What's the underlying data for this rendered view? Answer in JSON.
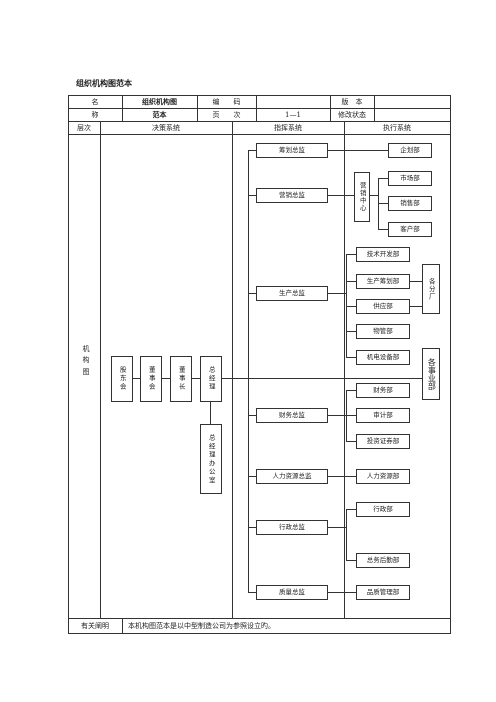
{
  "doc_title": "组织机构图范本",
  "header": {
    "name_label_1": "名",
    "name_label_2": "称",
    "name_value_1": "组织机构图",
    "name_value_2": "范本",
    "code_label": "编　　码",
    "page_label": "页　　次",
    "page_value": "1—1",
    "version_label": "版　本",
    "status_label": "修改状态"
  },
  "sections": {
    "level": "层次",
    "decision": "决策系统",
    "command": "指挥系统",
    "execution": "执行系统",
    "chart_label": "机构图"
  },
  "decision": {
    "shareholders": "股东会",
    "board": "董事会",
    "chairman": "董事长",
    "gm": "总经理",
    "gm_office": "总经理办公室"
  },
  "command": {
    "planning": "筹划总监",
    "marketing": "营销总监",
    "production": "生产总监",
    "finance": "财务总监",
    "hr": "人力资源总监",
    "admin": "行政总监",
    "quality": "质量总监"
  },
  "marketing_center": "营销中心",
  "departments": {
    "planning_dept": "企划部",
    "market_dept": "市场部",
    "sales_dept": "销售部",
    "customer_dept": "客户部",
    "tech_dept": "技术开发部",
    "prod_plan_dept": "生产筹划部",
    "supply_dept": "供应部",
    "material_dept": "物管部",
    "mech_dept": "机电设备部",
    "finance_dept": "财务部",
    "audit_dept": "审计部",
    "invest_dept": "投资证券部",
    "hr_dept": "人力资源部",
    "admin_dept": "行政部",
    "logistics_dept": "总务后勤部",
    "quality_dept": "品质管理部"
  },
  "factories": "各分厂",
  "divisions": "各事业部",
  "footer": {
    "label": "有关阐明",
    "note": "本机构图范本是以中型制造公司为参照设立旳。"
  }
}
